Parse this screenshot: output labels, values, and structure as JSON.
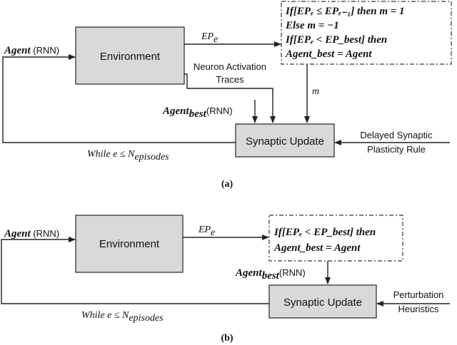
{
  "panel_a": {
    "agent_bold": "Agent",
    "agent_rnn": " (RNN)",
    "environment": "Environment",
    "ep_e": "EP",
    "ep_e_sub": "e",
    "neuron_line1": "Neuron Activation",
    "neuron_line2": "Traces",
    "m_label": "m",
    "agent_best_bold": "Agent",
    "agent_best_sub": "best",
    "agent_best_rnn": "(RNN)",
    "synaptic_update": "Synaptic Update",
    "rule_line1": "Delayed Synaptic",
    "rule_line2": "Plasticity Rule",
    "while_text": "While e ≤ N",
    "while_sub": "episodes",
    "cond_line1": "If[EPₑ ≤ EPₑ₋₁] then m = 1",
    "cond_line2": "Else m = −1",
    "cond_line3": "If[EPₑ < EP_best] then",
    "cond_line4": "Agent_best = Agent",
    "caption": "(a)"
  },
  "panel_b": {
    "agent_bold": "Agent",
    "agent_rnn": " (RNN)",
    "environment": "Environment",
    "ep_e": "EP",
    "ep_e_sub": "e",
    "agent_best_bold": "Agent",
    "agent_best_sub": "best",
    "agent_best_rnn": "(RNN)",
    "synaptic_update": "Synaptic Update",
    "rule_line1": "Perturbation",
    "rule_line2": "Heuristics",
    "while_text": "While e ≤ N",
    "while_sub": "episodes",
    "cond_line1": "If[EPₑ < EP_best] then",
    "cond_line2": "Agent_best = Agent",
    "caption": "(b)"
  }
}
